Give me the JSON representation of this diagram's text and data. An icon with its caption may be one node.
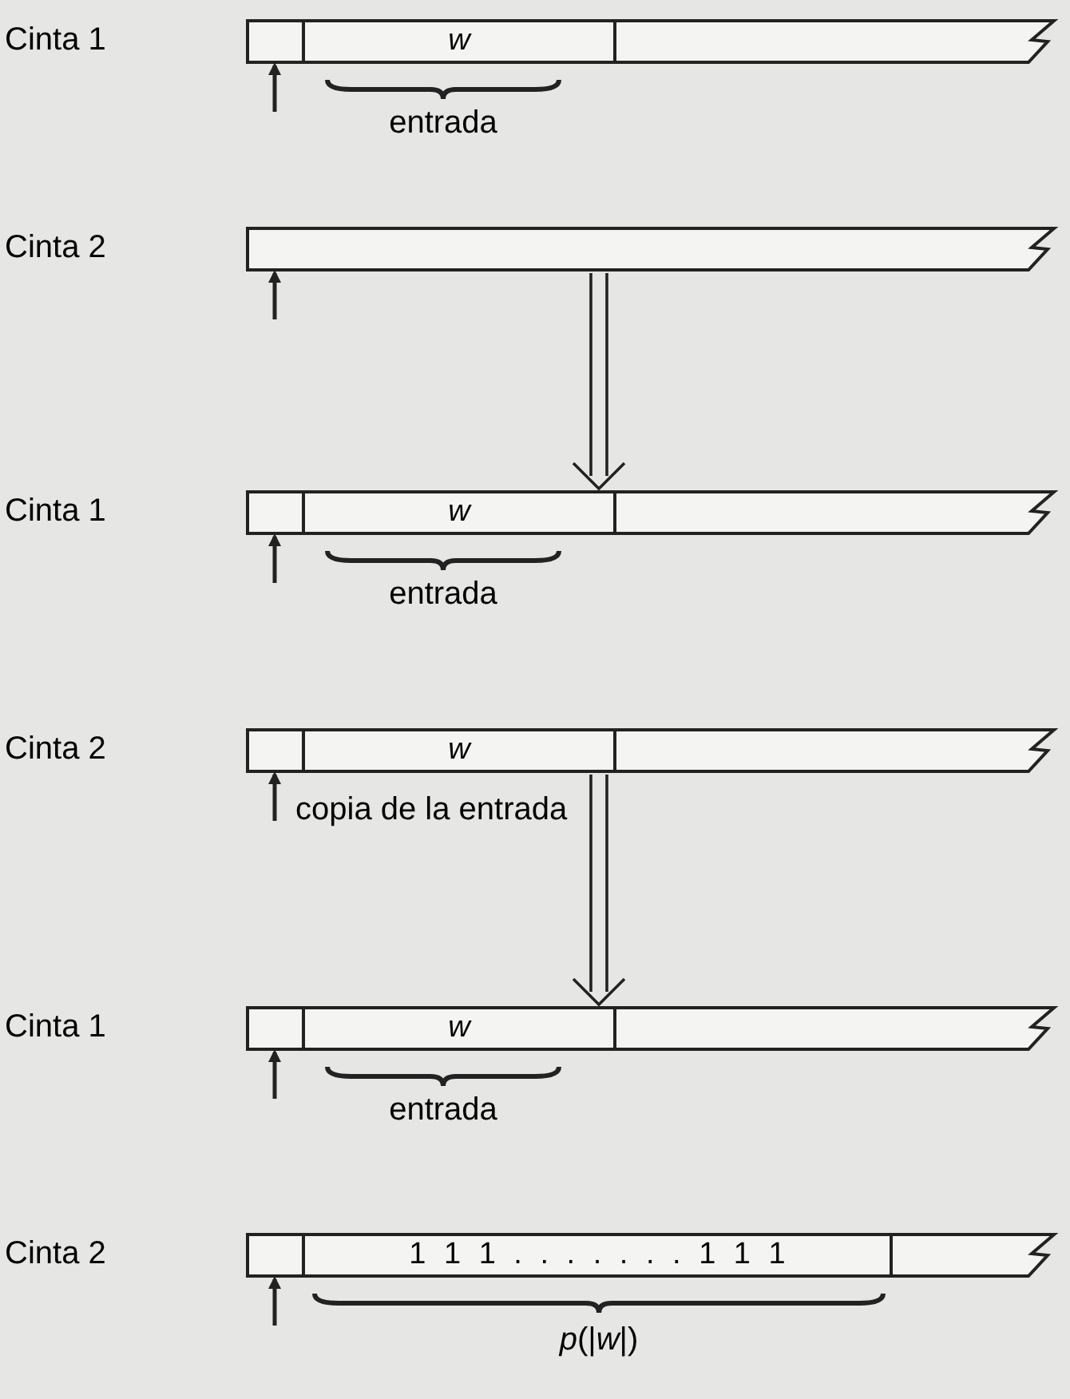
{
  "diagram": {
    "nodes": [
      {
        "text": [
          "w"
        ],
        "beside": [
          "entrada"
        ]
      },
      {
        "text": [],
        "shape": "bar"
      },
      {
        "text": [
          "w"
        ],
        "beside": [
          "entrada"
        ]
      },
      {
        "text": [
          "w"
        ],
        "beside": [
          "copia de la entrada"
        ]
      },
      {
        "text": [
          "w"
        ],
        "beside": [
          "entrada"
        ]
      },
      {
        "text": [
          "1 1 1 . . . . . . . 1 1 1"
        ],
        "beside": [
          "*p*(|*w*|)"
        ]
      }
    ],
    "edges": [
      {
        "from": null,
        "to": 0,
        "arrow": "to"
      },
      {
        "from": null,
        "to": 1,
        "arrow": "to"
      },
      {
        "from": 1,
        "to": 2,
        "arrow": "to"
      },
      {
        "from": null,
        "to": 2,
        "arrow": "to"
      },
      {
        "from": null,
        "to": 3,
        "arrow": "to"
      },
      {
        "from": 3,
        "to": 4,
        "arrow": "to"
      },
      {
        "from": null,
        "to": 4,
        "arrow": "to"
      },
      {
        "from": null,
        "to": 5,
        "arrow": "to"
      }
    ],
    "labels": [
      "Cinta 1",
      "Cinta 2",
      "Cinta 1",
      "Cinta 2",
      "Cinta 1",
      "Cinta 2"
    ]
  }
}
